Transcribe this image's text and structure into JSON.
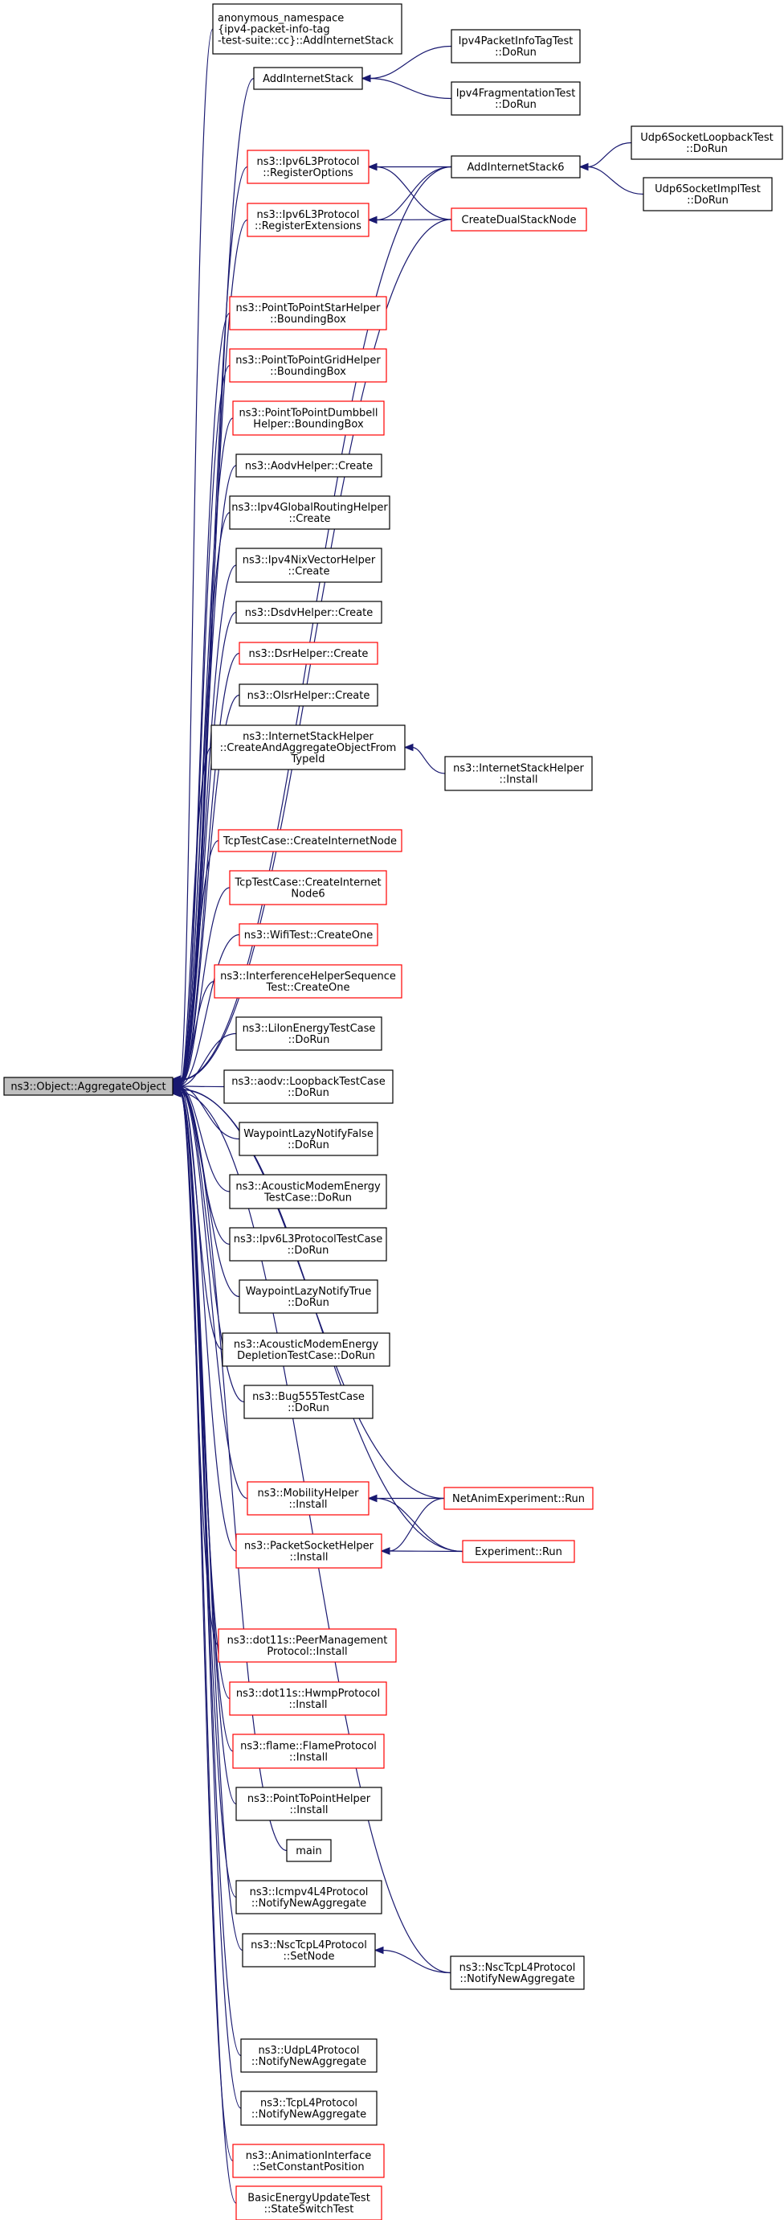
{
  "graph": {
    "root": "root",
    "nodes": [
      {
        "id": "root",
        "label": [
          "ns3::Object::AggregateObject"
        ],
        "border": "root"
      },
      {
        "id": "n_anon",
        "label": [
          "anonymous_namespace",
          "{ipv4-packet-info-tag",
          "-test-suite::cc}::AddInternetStack"
        ],
        "border": "black"
      },
      {
        "id": "n_ais",
        "label": [
          "AddInternetStack"
        ],
        "border": "black"
      },
      {
        "id": "n_ipv4pit",
        "label": [
          "Ipv4PacketInfoTagTest",
          "::DoRun"
        ],
        "border": "black"
      },
      {
        "id": "n_ipv4frag",
        "label": [
          "Ipv4FragmentationTest",
          "::DoRun"
        ],
        "border": "black"
      },
      {
        "id": "n_regopt",
        "label": [
          "ns3::Ipv6L3Protocol",
          "::RegisterOptions"
        ],
        "border": "red"
      },
      {
        "id": "n_regext",
        "label": [
          "ns3::Ipv6L3Protocol",
          "::RegisterExtensions"
        ],
        "border": "red"
      },
      {
        "id": "n_ais6",
        "label": [
          "AddInternetStack6"
        ],
        "border": "black"
      },
      {
        "id": "n_cdsn",
        "label": [
          "CreateDualStackNode"
        ],
        "border": "red"
      },
      {
        "id": "n_udp6loop",
        "label": [
          "Udp6SocketLoopbackTest",
          "::DoRun"
        ],
        "border": "black"
      },
      {
        "id": "n_udp6impl",
        "label": [
          "Udp6SocketImplTest",
          "::DoRun"
        ],
        "border": "black"
      },
      {
        "id": "n_p2pstar",
        "label": [
          "ns3::PointToPointStarHelper",
          "::BoundingBox"
        ],
        "border": "red"
      },
      {
        "id": "n_p2pgrid",
        "label": [
          "ns3::PointToPointGridHelper",
          "::BoundingBox"
        ],
        "border": "red"
      },
      {
        "id": "n_p2pdumb",
        "label": [
          "ns3::PointToPointDumbbell",
          "Helper::BoundingBox"
        ],
        "border": "red"
      },
      {
        "id": "n_aodvh",
        "label": [
          "ns3::AodvHelper::Create"
        ],
        "border": "black"
      },
      {
        "id": "n_ipv4gr",
        "label": [
          "ns3::Ipv4GlobalRoutingHelper",
          "::Create"
        ],
        "border": "black"
      },
      {
        "id": "n_ipv4nix",
        "label": [
          "ns3::Ipv4NixVectorHelper",
          "::Create"
        ],
        "border": "black"
      },
      {
        "id": "n_dsdv",
        "label": [
          "ns3::DsdvHelper::Create"
        ],
        "border": "black"
      },
      {
        "id": "n_dsr",
        "label": [
          "ns3::DsrHelper::Create"
        ],
        "border": "red"
      },
      {
        "id": "n_olsr",
        "label": [
          "ns3::OlsrHelper::Create"
        ],
        "border": "black"
      },
      {
        "id": "n_ishc",
        "label": [
          "ns3::InternetStackHelper",
          "::CreateAndAggregateObjectFrom",
          "TypeId"
        ],
        "border": "black"
      },
      {
        "id": "n_ishi",
        "label": [
          "ns3::InternetStackHelper",
          "::Install"
        ],
        "border": "black"
      },
      {
        "id": "n_tcpcin",
        "label": [
          "TcpTestCase::CreateInternetNode"
        ],
        "border": "red"
      },
      {
        "id": "n_tcpcin6",
        "label": [
          "TcpTestCase::CreateInternet",
          "Node6"
        ],
        "border": "red"
      },
      {
        "id": "n_wifi",
        "label": [
          "ns3::WifiTest::CreateOne"
        ],
        "border": "red"
      },
      {
        "id": "n_interf",
        "label": [
          "ns3::InterferenceHelperSequence",
          "Test::CreateOne"
        ],
        "border": "red"
      },
      {
        "id": "n_liion",
        "label": [
          "ns3::LiIonEnergyTestCase",
          "::DoRun"
        ],
        "border": "black"
      },
      {
        "id": "n_aodvloop",
        "label": [
          "ns3::aodv::LoopbackTestCase",
          "::DoRun"
        ],
        "border": "black"
      },
      {
        "id": "n_wlnf",
        "label": [
          "WaypointLazyNotifyFalse",
          "::DoRun"
        ],
        "border": "black"
      },
      {
        "id": "n_acmet",
        "label": [
          "ns3::AcousticModemEnergy",
          "TestCase::DoRun"
        ],
        "border": "black"
      },
      {
        "id": "n_ipv6tc",
        "label": [
          "ns3::Ipv6L3ProtocolTestCase",
          "::DoRun"
        ],
        "border": "black"
      },
      {
        "id": "n_wlnt",
        "label": [
          "WaypointLazyNotifyTrue",
          "::DoRun"
        ],
        "border": "black"
      },
      {
        "id": "n_acmedep",
        "label": [
          "ns3::AcousticModemEnergy",
          "DepletionTestCase::DoRun"
        ],
        "border": "black"
      },
      {
        "id": "n_bug555",
        "label": [
          "ns3::Bug555TestCase",
          "::DoRun"
        ],
        "border": "black"
      },
      {
        "id": "n_mobi",
        "label": [
          "ns3::MobilityHelper",
          "::Install"
        ],
        "border": "red"
      },
      {
        "id": "n_pktsock",
        "label": [
          "ns3::PacketSocketHelper",
          "::Install"
        ],
        "border": "red"
      },
      {
        "id": "n_netanim",
        "label": [
          "NetAnimExperiment::Run"
        ],
        "border": "red"
      },
      {
        "id": "n_exprun",
        "label": [
          "Experiment::Run"
        ],
        "border": "red"
      },
      {
        "id": "n_dot11peer",
        "label": [
          "ns3::dot11s::PeerManagement",
          "Protocol::Install"
        ],
        "border": "red"
      },
      {
        "id": "n_dot11hwmp",
        "label": [
          "ns3::dot11s::HwmpProtocol",
          "::Install"
        ],
        "border": "red"
      },
      {
        "id": "n_flame",
        "label": [
          "ns3::flame::FlameProtocol",
          "::Install"
        ],
        "border": "red"
      },
      {
        "id": "n_p2ph",
        "label": [
          "ns3::PointToPointHelper",
          "::Install"
        ],
        "border": "black"
      },
      {
        "id": "n_main",
        "label": [
          "main"
        ],
        "border": "black"
      },
      {
        "id": "n_icmpv4",
        "label": [
          "ns3::Icmpv4L4Protocol",
          "::NotifyNewAggregate"
        ],
        "border": "black"
      },
      {
        "id": "n_nscset",
        "label": [
          "ns3::NscTcpL4Protocol",
          "::SetNode"
        ],
        "border": "black"
      },
      {
        "id": "n_nscnotify",
        "label": [
          "ns3::NscTcpL4Protocol",
          "::NotifyNewAggregate"
        ],
        "border": "black"
      },
      {
        "id": "n_udpl4",
        "label": [
          "ns3::UdpL4Protocol",
          "::NotifyNewAggregate"
        ],
        "border": "black"
      },
      {
        "id": "n_tcpl4",
        "label": [
          "ns3::TcpL4Protocol",
          "::NotifyNewAggregate"
        ],
        "border": "black"
      },
      {
        "id": "n_anim",
        "label": [
          "ns3::AnimationInterface",
          "::SetConstantPosition"
        ],
        "border": "red"
      },
      {
        "id": "n_beut",
        "label": [
          "BasicEnergyUpdateTest",
          "::StateSwitchTest"
        ],
        "border": "red"
      }
    ],
    "edges": [
      [
        "n_anon",
        "root"
      ],
      [
        "n_ais",
        "root"
      ],
      [
        "n_regopt",
        "root"
      ],
      [
        "n_regext",
        "root"
      ],
      [
        "n_ais6",
        "root"
      ],
      [
        "n_cdsn",
        "root"
      ],
      [
        "n_p2pstar",
        "root"
      ],
      [
        "n_p2pgrid",
        "root"
      ],
      [
        "n_p2pdumb",
        "root"
      ],
      [
        "n_aodvh",
        "root"
      ],
      [
        "n_ipv4gr",
        "root"
      ],
      [
        "n_ipv4nix",
        "root"
      ],
      [
        "n_dsdv",
        "root"
      ],
      [
        "n_dsr",
        "root"
      ],
      [
        "n_olsr",
        "root"
      ],
      [
        "n_ishc",
        "root"
      ],
      [
        "n_tcpcin",
        "root"
      ],
      [
        "n_tcpcin6",
        "root"
      ],
      [
        "n_wifi",
        "root"
      ],
      [
        "n_interf",
        "root"
      ],
      [
        "n_liion",
        "root"
      ],
      [
        "n_aodvloop",
        "root"
      ],
      [
        "n_wlnf",
        "root"
      ],
      [
        "n_acmet",
        "root"
      ],
      [
        "n_ipv6tc",
        "root"
      ],
      [
        "n_wlnt",
        "root"
      ],
      [
        "n_acmedep",
        "root"
      ],
      [
        "n_bug555",
        "root"
      ],
      [
        "n_mobi",
        "root"
      ],
      [
        "n_pktsock",
        "root"
      ],
      [
        "n_netanim",
        "root"
      ],
      [
        "n_exprun",
        "root"
      ],
      [
        "n_dot11peer",
        "root"
      ],
      [
        "n_dot11hwmp",
        "root"
      ],
      [
        "n_flame",
        "root"
      ],
      [
        "n_p2ph",
        "root"
      ],
      [
        "n_main",
        "root"
      ],
      [
        "n_icmpv4",
        "root"
      ],
      [
        "n_nscset",
        "root"
      ],
      [
        "n_nscnotify",
        "root"
      ],
      [
        "n_udpl4",
        "root"
      ],
      [
        "n_tcpl4",
        "root"
      ],
      [
        "n_anim",
        "root"
      ],
      [
        "n_beut",
        "root"
      ],
      [
        "n_ipv4pit",
        "n_ais"
      ],
      [
        "n_ipv4frag",
        "n_ais"
      ],
      [
        "n_ais6",
        "n_regopt"
      ],
      [
        "n_cdsn",
        "n_regopt"
      ],
      [
        "n_ais6",
        "n_regext"
      ],
      [
        "n_cdsn",
        "n_regext"
      ],
      [
        "n_udp6loop",
        "n_ais6"
      ],
      [
        "n_udp6impl",
        "n_ais6"
      ],
      [
        "n_ishi",
        "n_ishc"
      ],
      [
        "n_netanim",
        "n_mobi"
      ],
      [
        "n_exprun",
        "n_mobi"
      ],
      [
        "n_netanim",
        "n_pktsock"
      ],
      [
        "n_exprun",
        "n_pktsock"
      ],
      [
        "n_nscnotify",
        "n_nscset"
      ]
    ]
  }
}
